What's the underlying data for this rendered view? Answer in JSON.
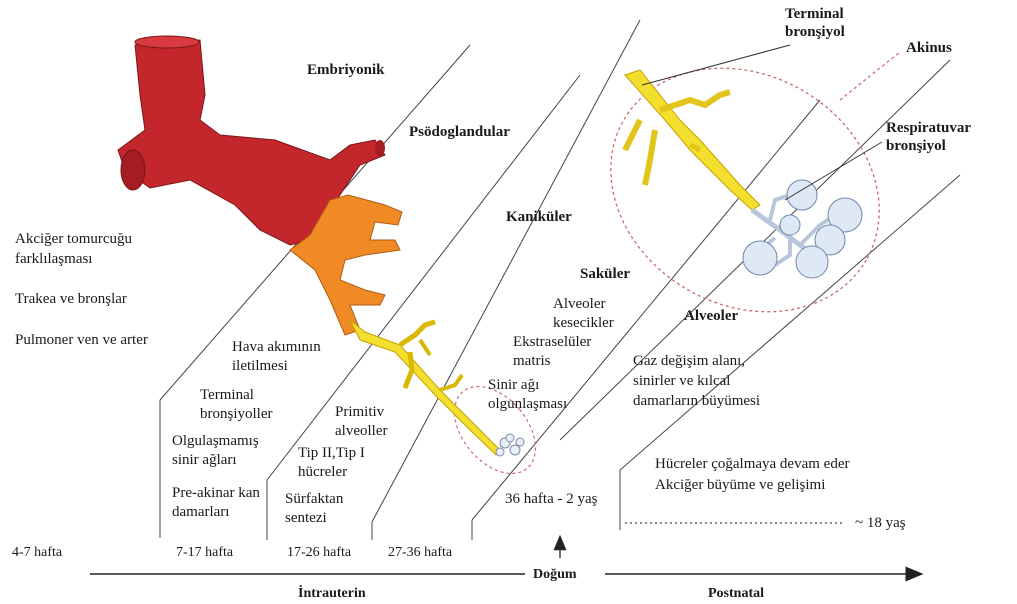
{
  "stages": {
    "embryonic": "Embriyonik",
    "pseudoglandular": "Psödoglandular",
    "canalicular": "Kaniküler",
    "saccular": "Saküler",
    "alveolar": "Alveoler"
  },
  "labels": {
    "terminal_bronchiole": [
      "Terminal",
      "bronşiyol"
    ],
    "acinus": "Akinus",
    "respiratory_bronchiole": [
      "Respiratuvar",
      "bronşiyol"
    ]
  },
  "embryonic_events": {
    "lung_bud": [
      "Akciğer tomurcuğu",
      "farklılaşması"
    ],
    "trachea": "Trakea ve bronşlar",
    "pulmonary": "Pulmoner ven ve arter"
  },
  "pseudoglandular_events": {
    "airflow": [
      "Hava akımının",
      "iletilmesi"
    ],
    "terminal": [
      "Terminal",
      "bronşiyoller"
    ],
    "nerve": [
      "Olgulaşmamış",
      "sinir ağları"
    ],
    "preacinar": [
      "Pre-akinar kan",
      "damarları"
    ]
  },
  "canalicular_events": {
    "primitive": [
      "Primitiv",
      "alveoller"
    ],
    "type": [
      "Tip II,Tip I",
      "hücreler"
    ],
    "surfactant": [
      "Sürfaktan",
      "sentezi"
    ]
  },
  "saccular_events": {
    "sacs": [
      "Alveoler",
      "kesecikler"
    ],
    "matrix": [
      "Ekstraselüler",
      "matris"
    ],
    "nerve": [
      "Sinir ağı",
      "olgunlaşması"
    ]
  },
  "alveolar_events": {
    "gas": [
      "Gaz değişim alanı,",
      "sinirler ve kılcal",
      "damarların büyümesi"
    ],
    "growth": [
      "Hücreler çoğalmaya devam eder",
      "Akciğer büyüme ve gelişimi"
    ],
    "range": "36 hafta - 2 yaş",
    "age": "~ 18 yaş"
  },
  "timeline": {
    "w1": "4-7 hafta",
    "w2": "7-17 hafta",
    "w3": "17-26 hafta",
    "w4": "27-36 hafta",
    "birth": "Doğum",
    "intrauterine": "İntrauterin",
    "postnatal": "Postnatal"
  }
}
